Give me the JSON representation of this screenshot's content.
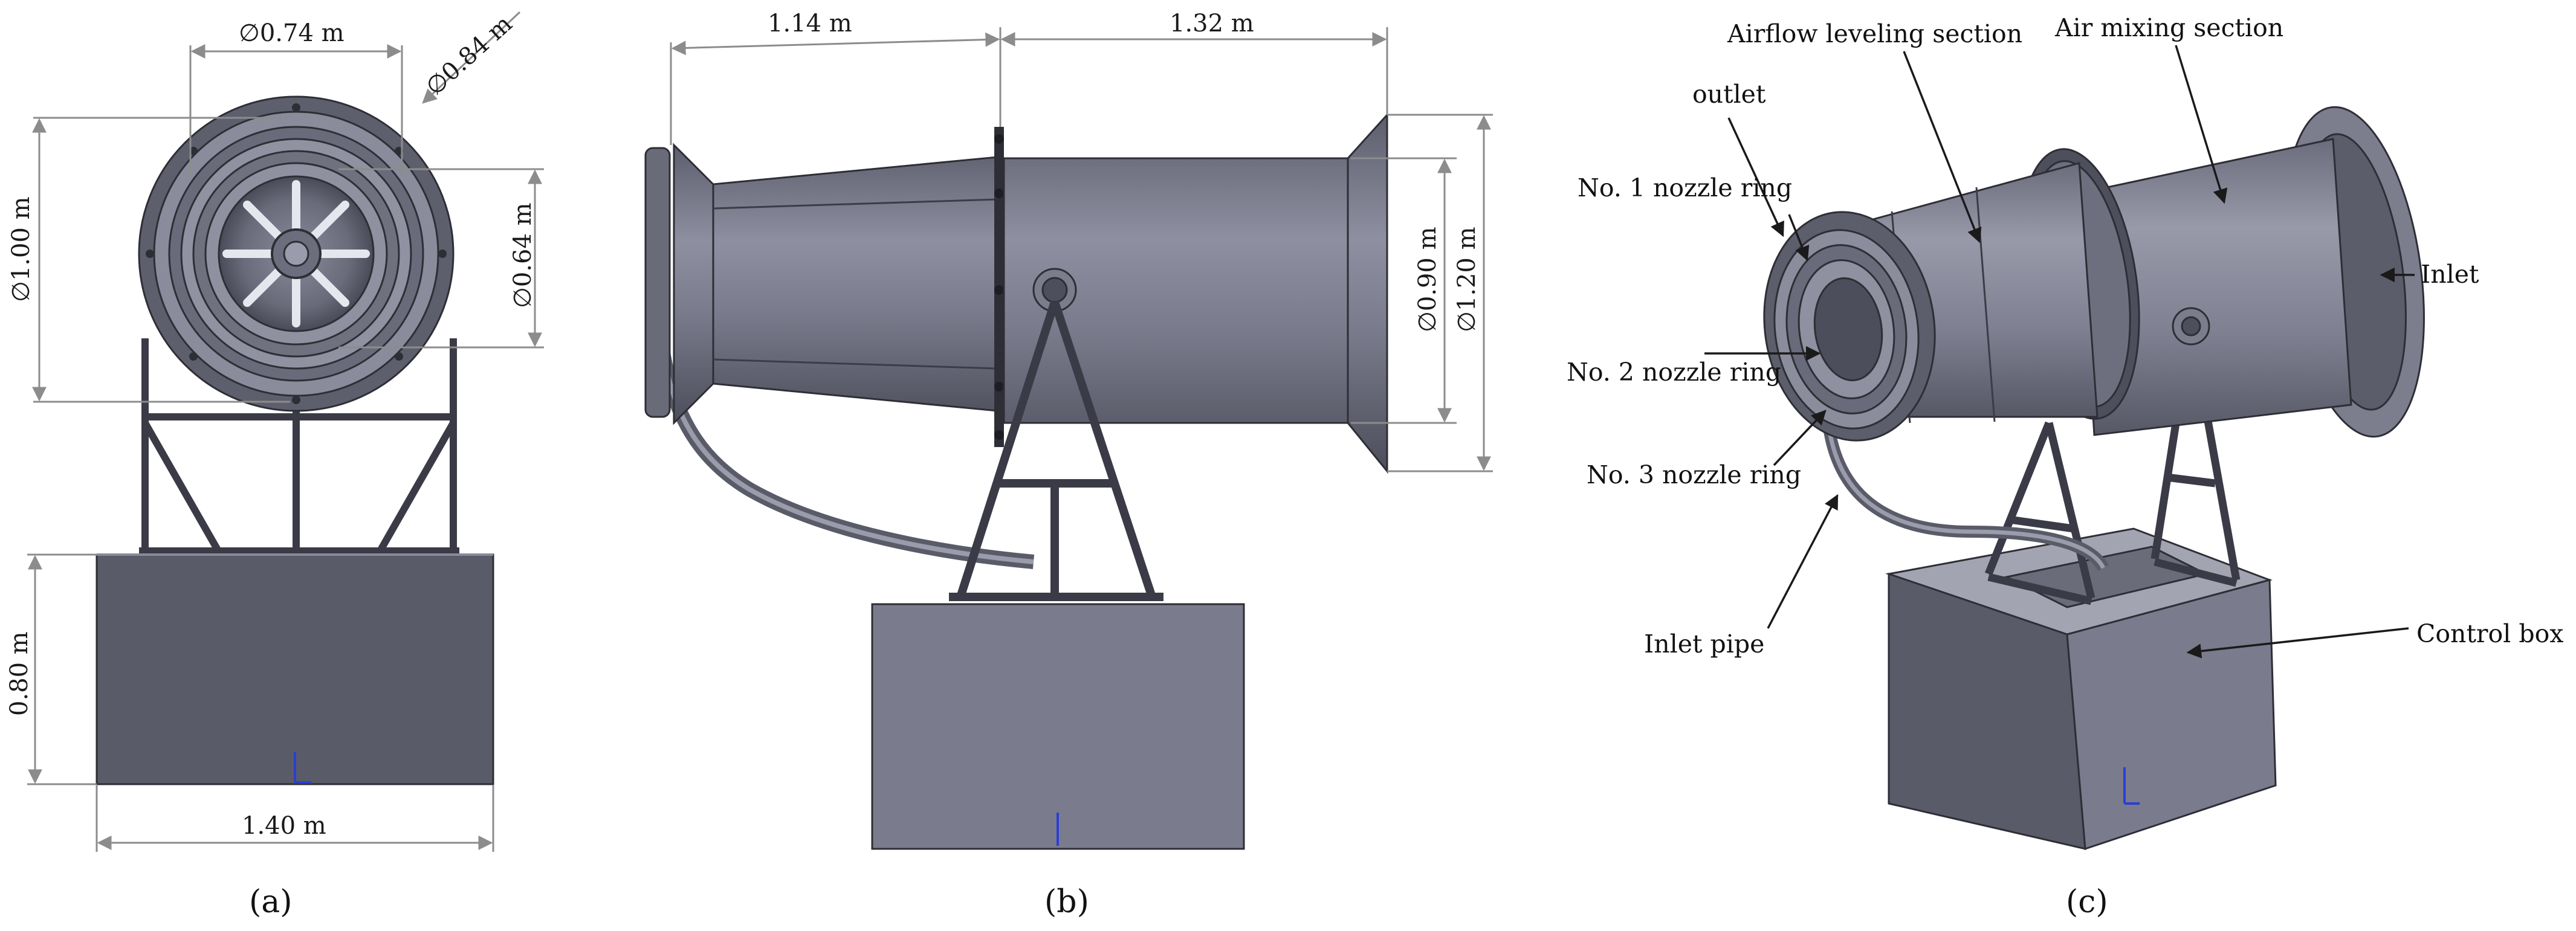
{
  "colors": {
    "body": "#6f7080",
    "body_light": "#9596a6",
    "body_dark": "#4d4e5b",
    "box_front": "#5a5b68",
    "box_side": "#7a7b8c",
    "box_top": "#a3a4b2",
    "edge": "#2e2e36",
    "axis_marker": "#2a3fd4"
  },
  "view_a": {
    "caption": "(a)",
    "dims": {
      "inner_diameter": "∅0.74 m",
      "outer_diameter": "∅0.84 m",
      "overall_diameter": "∅1.00 m",
      "hub_diameter": "∅0.64 m",
      "box_height": "0.80 m",
      "box_width": "1.40 m"
    }
  },
  "view_b": {
    "caption": "(b)",
    "dims": {
      "leveling_length": "1.14 m",
      "mixing_length": "1.32 m",
      "diameter_small": "∅0.90 m",
      "diameter_large": "∅1.20 m"
    }
  },
  "view_c": {
    "caption": "(c)",
    "labels": {
      "airflow_leveling": "Airflow leveling section",
      "air_mixing": "Air mixing section",
      "outlet": "outlet",
      "nozzle_1": "No. 1 nozzle ring",
      "nozzle_2": "No. 2 nozzle ring",
      "nozzle_3": "No. 3 nozzle ring",
      "inlet": "Inlet",
      "inlet_pipe": "Inlet pipe",
      "control_box": "Control box"
    }
  }
}
